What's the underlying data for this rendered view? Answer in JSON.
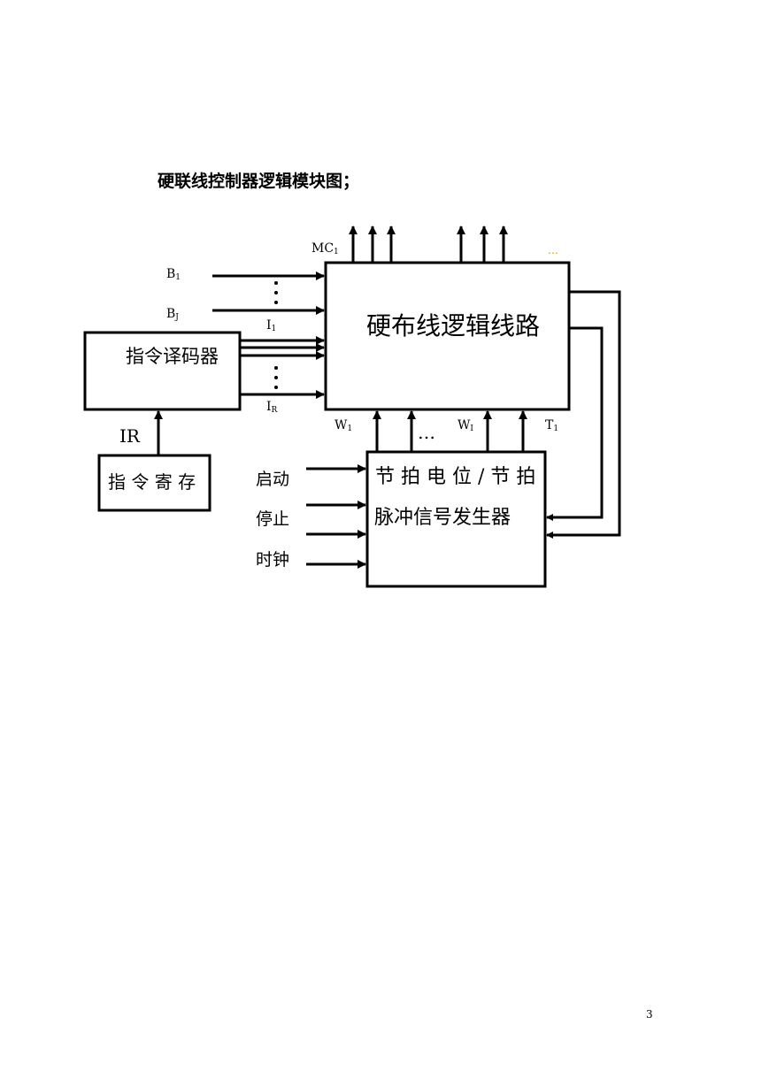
{
  "title": "硬联线控制器逻辑模块图；",
  "page_number": "3",
  "blocks": {
    "logic": "硬布线逻辑线路",
    "decoder": "指令译码器",
    "ir_reg": "指 令 寄 存",
    "timing_line1": "节 拍 电 位 / 节 拍",
    "timing_line2": "脉冲信号发生器"
  },
  "labels": {
    "mc_main": "MC",
    "mc_sub": "1",
    "b1_main": "B",
    "b1_sub": "1",
    "bj_main": "B",
    "bj_sub": "J",
    "i1_main": "I",
    "i1_sub": "1",
    "ir_main": "I",
    "ir_sub": "R",
    "ir": "IR",
    "w1_main": "W",
    "w1_sub": "1",
    "wi_main": "W",
    "wi_sub": "I",
    "t1_main": "T",
    "t1_sub": "1",
    "start": "启动",
    "stop": "停止",
    "clock": "时钟",
    "dots_bottom": "…",
    "dots_top": "…"
  },
  "colors": {
    "line": "#000000",
    "faint_dots": "#c9a000"
  }
}
